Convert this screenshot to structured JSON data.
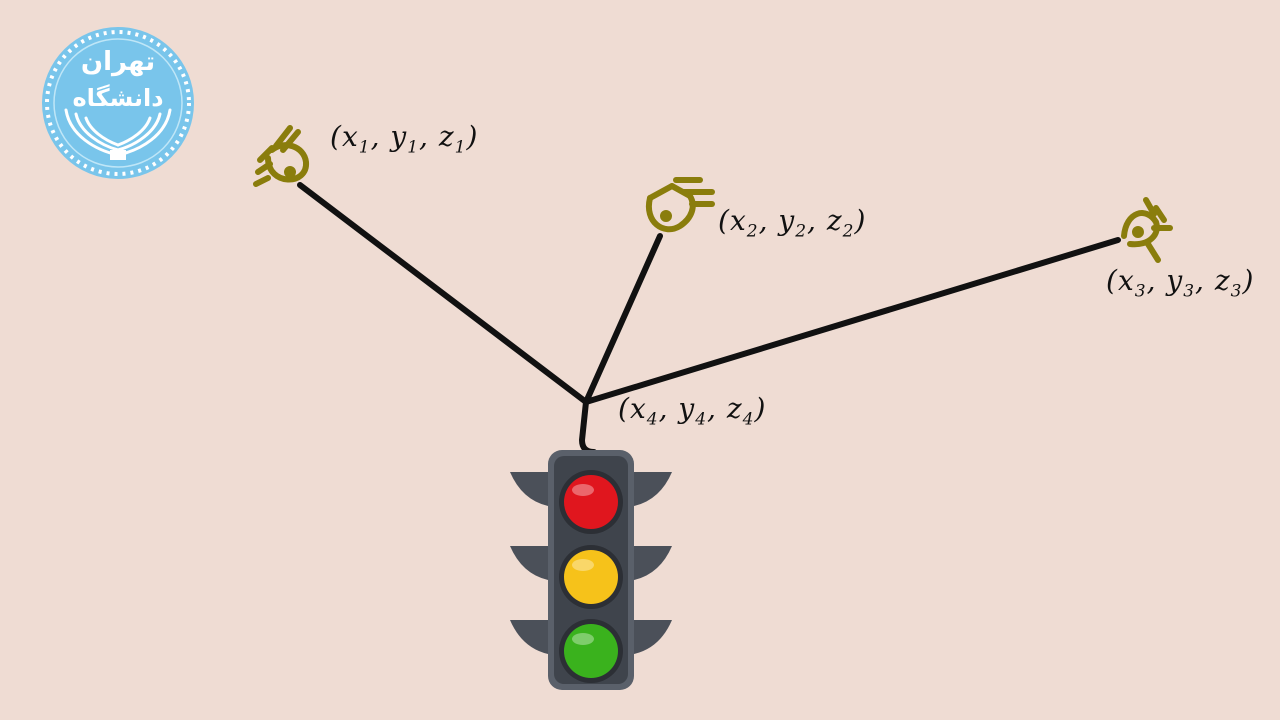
{
  "logo": {
    "name": "University of Tehran seal",
    "text_top": "تهران",
    "text_bottom": "دانشگاه"
  },
  "colors": {
    "background": "#efdcd3",
    "line": "#111111",
    "camera": "#8a7d0c",
    "logo": "#79c5eb",
    "red_light": "#e0161e",
    "yellow_light": "#f6c21a",
    "green_light": "#3ab21d",
    "housing": "#4b5059"
  },
  "cameras": [
    {
      "icon": "eye-camera-icon",
      "label": "(x1, y1, z1)",
      "x": "x",
      "y": "y",
      "z": "z",
      "sub": "1"
    },
    {
      "icon": "eye-camera-icon",
      "label": "(x2, y2, z2)",
      "x": "x",
      "y": "y",
      "z": "z",
      "sub": "2"
    },
    {
      "icon": "eye-camera-icon",
      "label": "(x3, y3, z3)",
      "x": "x",
      "y": "y",
      "z": "z",
      "sub": "3"
    }
  ],
  "target": {
    "icon": "traffic-light-icon",
    "label": "(x4, y4, z4)",
    "x": "x",
    "y": "y",
    "z": "z",
    "sub": "4"
  }
}
